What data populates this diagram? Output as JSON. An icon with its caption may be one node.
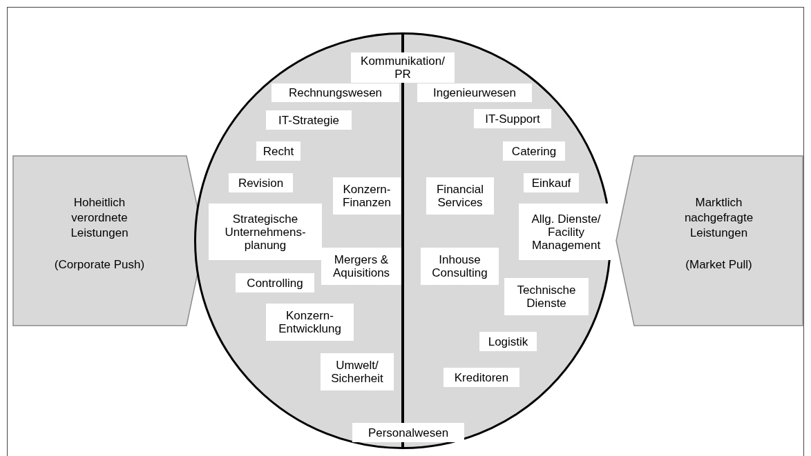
{
  "diagram": {
    "nodes": [
      {
        "text": [
          "Hoheitlich verordnete Leistungen",
          "(Corporate Push)"
        ]
      },
      {
        "text": [],
        "shape": "circle"
      },
      {
        "text": [
          "Kommunikation/ PR"
        ],
        "in": 1
      },
      {
        "text": [
          "Rechnungswesen"
        ],
        "in": 1
      },
      {
        "text": [
          "Ingenieurwesen"
        ],
        "in": 1
      },
      {
        "text": [
          "IT-Strategie"
        ],
        "in": 1
      },
      {
        "text": [
          "IT-Support"
        ],
        "in": 1
      },
      {
        "text": [
          "Recht"
        ],
        "in": 1
      },
      {
        "text": [
          "Catering"
        ],
        "in": 1
      },
      {
        "text": [
          "Revision"
        ],
        "in": 1
      },
      {
        "text": [
          "Konzern- Finanzen"
        ],
        "in": 1
      },
      {
        "text": [
          "Financial Services"
        ],
        "in": 1
      },
      {
        "text": [
          "Einkauf"
        ],
        "in": 1
      },
      {
        "text": [
          "Strategische Unternehmens- planung"
        ],
        "in": 1
      },
      {
        "text": [
          "Allg. Dienste/ Facility Management"
        ],
        "in": 1
      },
      {
        "text": [
          "Mergers & Aquisitions"
        ],
        "in": 1
      },
      {
        "text": [
          "Controlling"
        ],
        "in": 1
      },
      {
        "text": [
          "Inhouse Consulting"
        ],
        "in": 1
      },
      {
        "text": [
          "Technische Dienste"
        ],
        "in": 1
      },
      {
        "text": [
          "Konzern- Entwicklung"
        ],
        "in": 1
      },
      {
        "text": [
          "Logistik"
        ],
        "in": 1
      },
      {
        "text": [
          "Umwelt/ Sicherheit"
        ],
        "in": 1
      },
      {
        "text": [
          "Kreditoren"
        ],
        "in": 1
      },
      {
        "text": [
          "Personalwesen"
        ],
        "in": 1
      },
      {
        "text": [
          "Marktlich nachgefragte Leistungen",
          "(Market Pull)"
        ]
      }
    ]
  }
}
